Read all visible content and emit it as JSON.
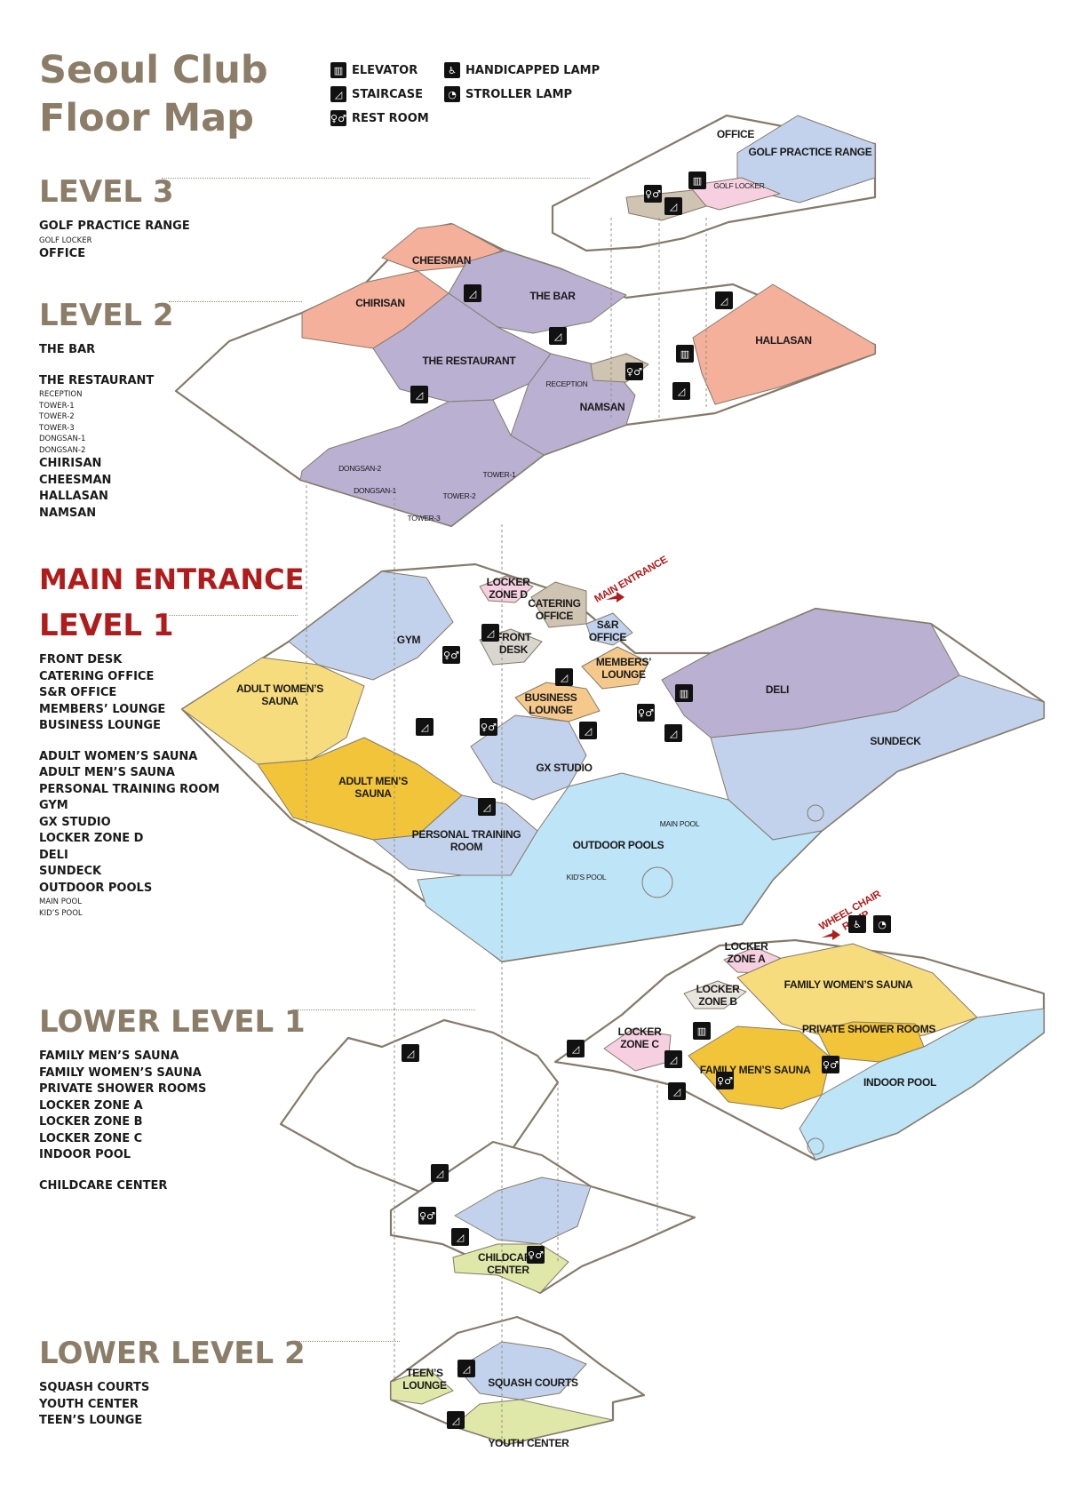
{
  "title": {
    "line1": "Seoul Club",
    "line2": "Floor Map"
  },
  "legend": [
    {
      "label": "ELEVATOR",
      "icon": "elevator-icon",
      "glyph": "▥"
    },
    {
      "label": "HANDICAPPED LAMP",
      "icon": "wheelchair-icon",
      "glyph": "♿"
    },
    {
      "label": "STAIRCASE",
      "icon": "staircase-icon",
      "glyph": "◿"
    },
    {
      "label": "STROLLER LAMP",
      "icon": "stroller-icon",
      "glyph": "◔"
    },
    {
      "label": "REST ROOM",
      "icon": "restroom-icon",
      "glyph": "♀♂"
    }
  ],
  "main_entrance": "MAIN ENTRANCE",
  "levels": [
    {
      "heading": "LEVEL 3",
      "style": "brown",
      "rooms": [
        {
          "label": "GOLF PRACTICE RANGE"
        },
        {
          "label": "GOLF LOCKER",
          "small": true
        },
        {
          "label": "OFFICE"
        }
      ]
    },
    {
      "heading": "LEVEL 2",
      "style": "brown",
      "rooms": [
        {
          "label": "THE BAR"
        },
        {
          "label": "THE RESTAURANT",
          "gap": true
        },
        {
          "label": "RECEPTION",
          "small": true
        },
        {
          "label": "TOWER-1",
          "small": true
        },
        {
          "label": "TOWER-2",
          "small": true
        },
        {
          "label": "TOWER-3",
          "small": true
        },
        {
          "label": "DONGSAN-1",
          "small": true
        },
        {
          "label": "DONGSAN-2",
          "small": true
        },
        {
          "label": "CHIRISAN"
        },
        {
          "label": "CHEESMAN"
        },
        {
          "label": "HALLASAN"
        },
        {
          "label": "NAMSAN"
        }
      ]
    },
    {
      "heading": "LEVEL 1",
      "style": "red",
      "rooms": [
        {
          "label": "FRONT DESK"
        },
        {
          "label": "CATERING OFFICE"
        },
        {
          "label": "S&R OFFICE"
        },
        {
          "label": "MEMBERS’ LOUNGE"
        },
        {
          "label": "BUSINESS LOUNGE"
        },
        {
          "label": "ADULT WOMEN’S SAUNA",
          "gap": true
        },
        {
          "label": "ADULT MEN’S SAUNA"
        },
        {
          "label": "PERSONAL TRAINING ROOM"
        },
        {
          "label": "GYM"
        },
        {
          "label": "GX STUDIO"
        },
        {
          "label": "LOCKER ZONE D"
        },
        {
          "label": "DELI"
        },
        {
          "label": "SUNDECK"
        },
        {
          "label": "OUTDOOR POOLS"
        },
        {
          "label": "MAIN POOL",
          "small": true
        },
        {
          "label": "KID’S POOL",
          "small": true
        }
      ]
    },
    {
      "heading": "LOWER LEVEL 1",
      "style": "brown",
      "rooms": [
        {
          "label": "FAMILY MEN’S SAUNA"
        },
        {
          "label": "FAMILY WOMEN’S SAUNA"
        },
        {
          "label": "PRIVATE SHOWER ROOMS"
        },
        {
          "label": "LOCKER ZONE A"
        },
        {
          "label": "LOCKER ZONE B"
        },
        {
          "label": "LOCKER ZONE C"
        },
        {
          "label": "INDOOR POOL"
        },
        {
          "label": "CHILDCARE CENTER",
          "gap": true
        }
      ]
    },
    {
      "heading": "LOWER LEVEL 2",
      "style": "brown",
      "rooms": [
        {
          "label": "SQUASH COURTS"
        },
        {
          "label": "YOUTH CENTER"
        },
        {
          "label": "TEEN’S LOUNGE"
        }
      ]
    }
  ],
  "map_labels": [
    {
      "text": "OFFICE"
    },
    {
      "text": "GOLF PRACTICE RANGE"
    },
    {
      "text": "GOLF LOCKER",
      "small": true
    },
    {
      "text": "CHEESMAN"
    },
    {
      "text": "CHIRISAN"
    },
    {
      "text": "THE BAR"
    },
    {
      "text": "THE RESTAURANT"
    },
    {
      "text": "RECEPTION",
      "small": true
    },
    {
      "text": "HALLASAN"
    },
    {
      "text": "NAMSAN"
    },
    {
      "text": "DONGSAN-2",
      "small": true
    },
    {
      "text": "DONGSAN-1",
      "small": true
    },
    {
      "text": "TOWER-1",
      "small": true
    },
    {
      "text": "TOWER-2",
      "small": true
    },
    {
      "text": "TOWER-3",
      "small": true
    },
    {
      "text": "LOCKER ZONE D"
    },
    {
      "text": "CATERING OFFICE"
    },
    {
      "text": "MAIN ENTRANCE",
      "red": true
    },
    {
      "text": "GYM"
    },
    {
      "text": "S&R OFFICE"
    },
    {
      "text": "FRONT DESK"
    },
    {
      "text": "MEMBERS’ LOUNGE"
    },
    {
      "text": "ADULT WOMEN’S SAUNA"
    },
    {
      "text": "BUSINESS LOUNGE"
    },
    {
      "text": "DELI"
    },
    {
      "text": "SUNDECK"
    },
    {
      "text": "GX STUDIO"
    },
    {
      "text": "ADULT MEN’S SAUNA"
    },
    {
      "text": "MAIN POOL",
      "small": true
    },
    {
      "text": "PERSONAL TRAINING ROOM"
    },
    {
      "text": "OUTDOOR POOLS"
    },
    {
      "text": "KID’S POOL",
      "small": true
    },
    {
      "text": "WHEEL CHAIR RAMP",
      "red": true
    },
    {
      "text": "LOCKER ZONE A"
    },
    {
      "text": "FAMILY WOMEN’S SAUNA"
    },
    {
      "text": "LOCKER ZONE B"
    },
    {
      "text": "PRIVATE SHOWER ROOMS"
    },
    {
      "text": "LOCKER ZONE C"
    },
    {
      "text": "FAMILY MEN’S SAUNA"
    },
    {
      "text": "INDOOR POOL"
    },
    {
      "text": "CHILDCARE CENTER"
    },
    {
      "text": "TEEN’S LOUNGE"
    },
    {
      "text": "SQUASH COURTS"
    },
    {
      "text": "YOUTH CENTER"
    }
  ],
  "map_icons": [
    "restroom-icon",
    "elevator-icon",
    "staircase-icon",
    "staircase-icon",
    "staircase-icon",
    "staircase-icon",
    "staircase-icon",
    "restroom-icon",
    "elevator-icon",
    "staircase-icon",
    "staircase-icon",
    "restroom-icon",
    "staircase-icon",
    "elevator-icon",
    "staircase-icon",
    "restroom-icon",
    "restroom-icon",
    "staircase-icon",
    "staircase-icon",
    "staircase-icon",
    "restroom-icon",
    "staircase-icon",
    "wheelchair-icon",
    "stroller-icon",
    "elevator-icon",
    "staircase-icon",
    "staircase-icon",
    "restroom-icon",
    "staircase-icon",
    "staircase-icon",
    "restroom-icon",
    "staircase-icon",
    "restroom-icon",
    "staircase-icon",
    "staircase-icon"
  ],
  "colors": {
    "heading_brown": "#8b7d68",
    "heading_red": "#b01c1c",
    "lavender": "#b9b0d2",
    "salmon": "#f4b09a",
    "light_blue": "#c2d2ec",
    "pool_blue": "#bde4f7",
    "yellow": "#f7dc7e",
    "gold": "#f2c43a",
    "pink": "#f6cfe0",
    "orange": "#f5c98c",
    "tan": "#cfc3b2",
    "green": "#dfe8a8",
    "outline": "#857a6a"
  }
}
